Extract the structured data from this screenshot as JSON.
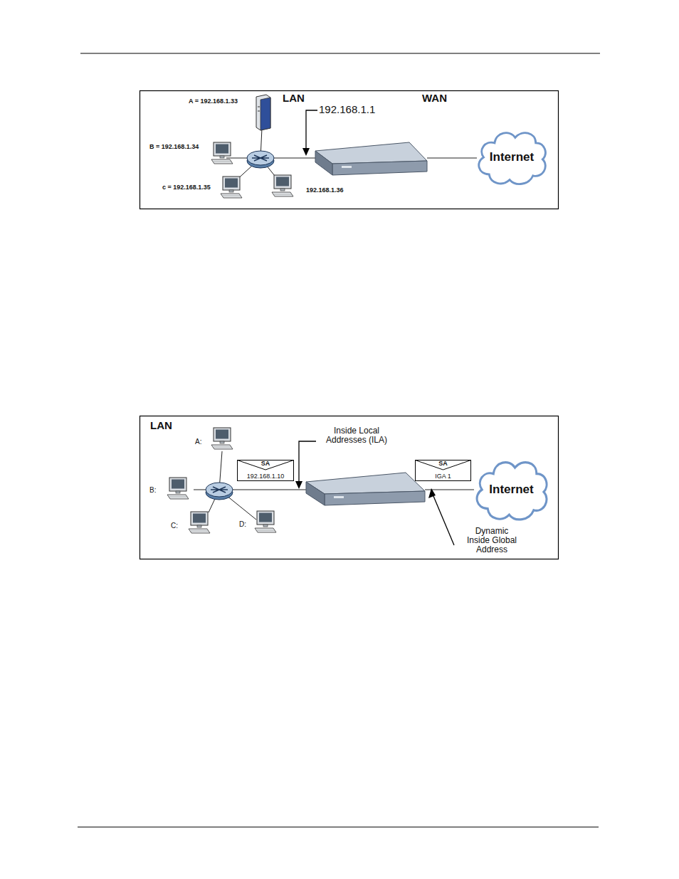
{
  "diagram": {
    "nodes": [
      {
        "text": [
          "Internet"
        ]
      },
      {
        "text": [
          "SA",
          "192.168.1.10"
        ]
      },
      {
        "text": [
          "SA",
          "IGA 1"
        ]
      },
      {
        "text": [
          "Internet"
        ]
      }
    ],
    "labels": [
      "A = 192.168.1.33",
      "B = 192.168.1.34",
      "c = 192.168.1.35",
      "192.168.1.36",
      "LAN",
      "WAN",
      "192.168.1.1",
      "LAN",
      "A:",
      "B:",
      "C:",
      "D:",
      "Inside Local Addresses (ILA)",
      "Dynamic Inside Global Address"
    ]
  }
}
